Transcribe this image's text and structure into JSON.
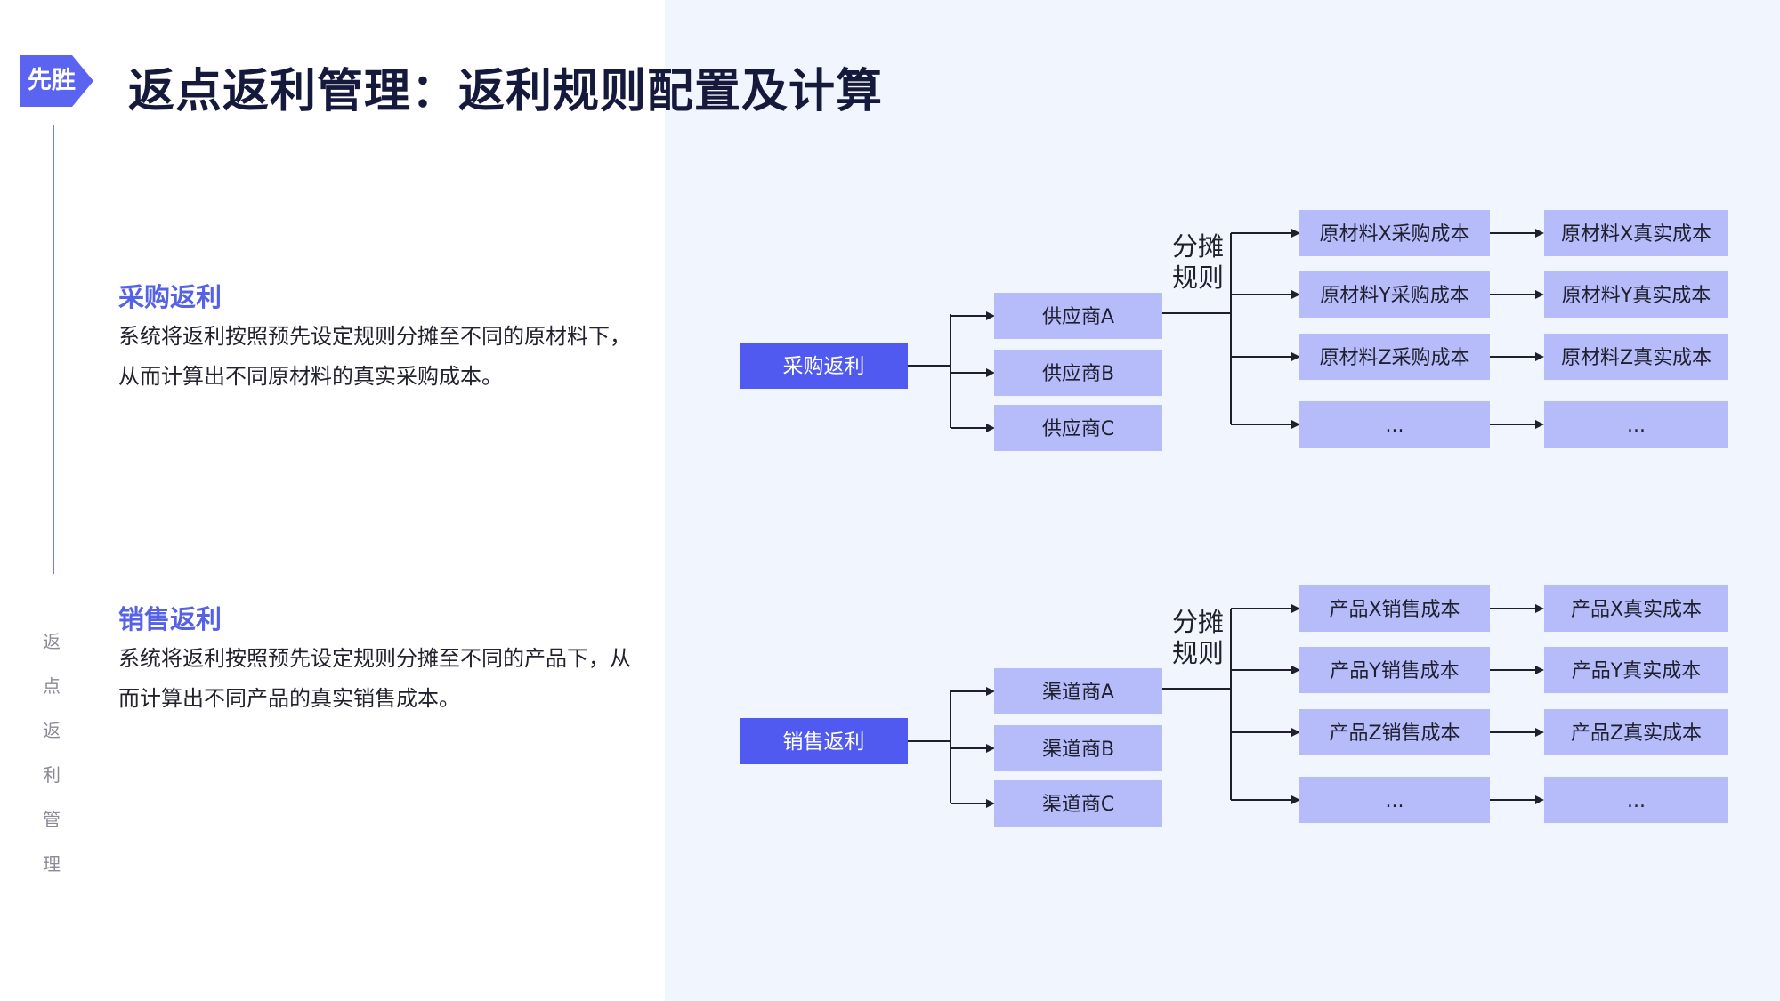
{
  "logo": {
    "text": "先胜",
    "color": "#5b64f0"
  },
  "title": "返点返利管理：返利规则配置及计算",
  "side_vertical": [
    "返",
    "点",
    "返",
    "利",
    "管",
    "理"
  ],
  "sections": [
    {
      "title": "采购返利",
      "desc": "系统将返利按照预先设定规则分摊至不同的原材料下，从而计算出不同原材料的真实采购成本。"
    },
    {
      "title": "销售返利",
      "desc": "系统将返利按照预先设定规则分摊至不同的产品下，从而计算出不同产品的真实销售成本。"
    }
  ],
  "colors": {
    "accent": "#5562e8",
    "root_box": "#5059f0",
    "node_box": "#b6bcfa",
    "panel_bg": "#f1f5fd",
    "line": "#1f1f2e"
  },
  "diagrams": [
    {
      "root": "采购返利",
      "rule_line1": "分摊",
      "rule_line2": "规则",
      "parties": [
        "供应商A",
        "供应商B",
        "供应商C"
      ],
      "costs": [
        "原材料X采购成本",
        "原材料Y采购成本",
        "原材料Z采购成本",
        "..."
      ],
      "results": [
        "原材料X真实成本",
        "原材料Y真实成本",
        "原材料Z真实成本",
        "..."
      ]
    },
    {
      "root": "销售返利",
      "rule_line1": "分摊",
      "rule_line2": "规则",
      "parties": [
        "渠道商A",
        "渠道商B",
        "渠道商C"
      ],
      "costs": [
        "产品X销售成本",
        "产品Y销售成本",
        "产品Z销售成本",
        "..."
      ],
      "results": [
        "产品X真实成本",
        "产品Y真实成本",
        "产品Z真实成本",
        "..."
      ]
    }
  ]
}
